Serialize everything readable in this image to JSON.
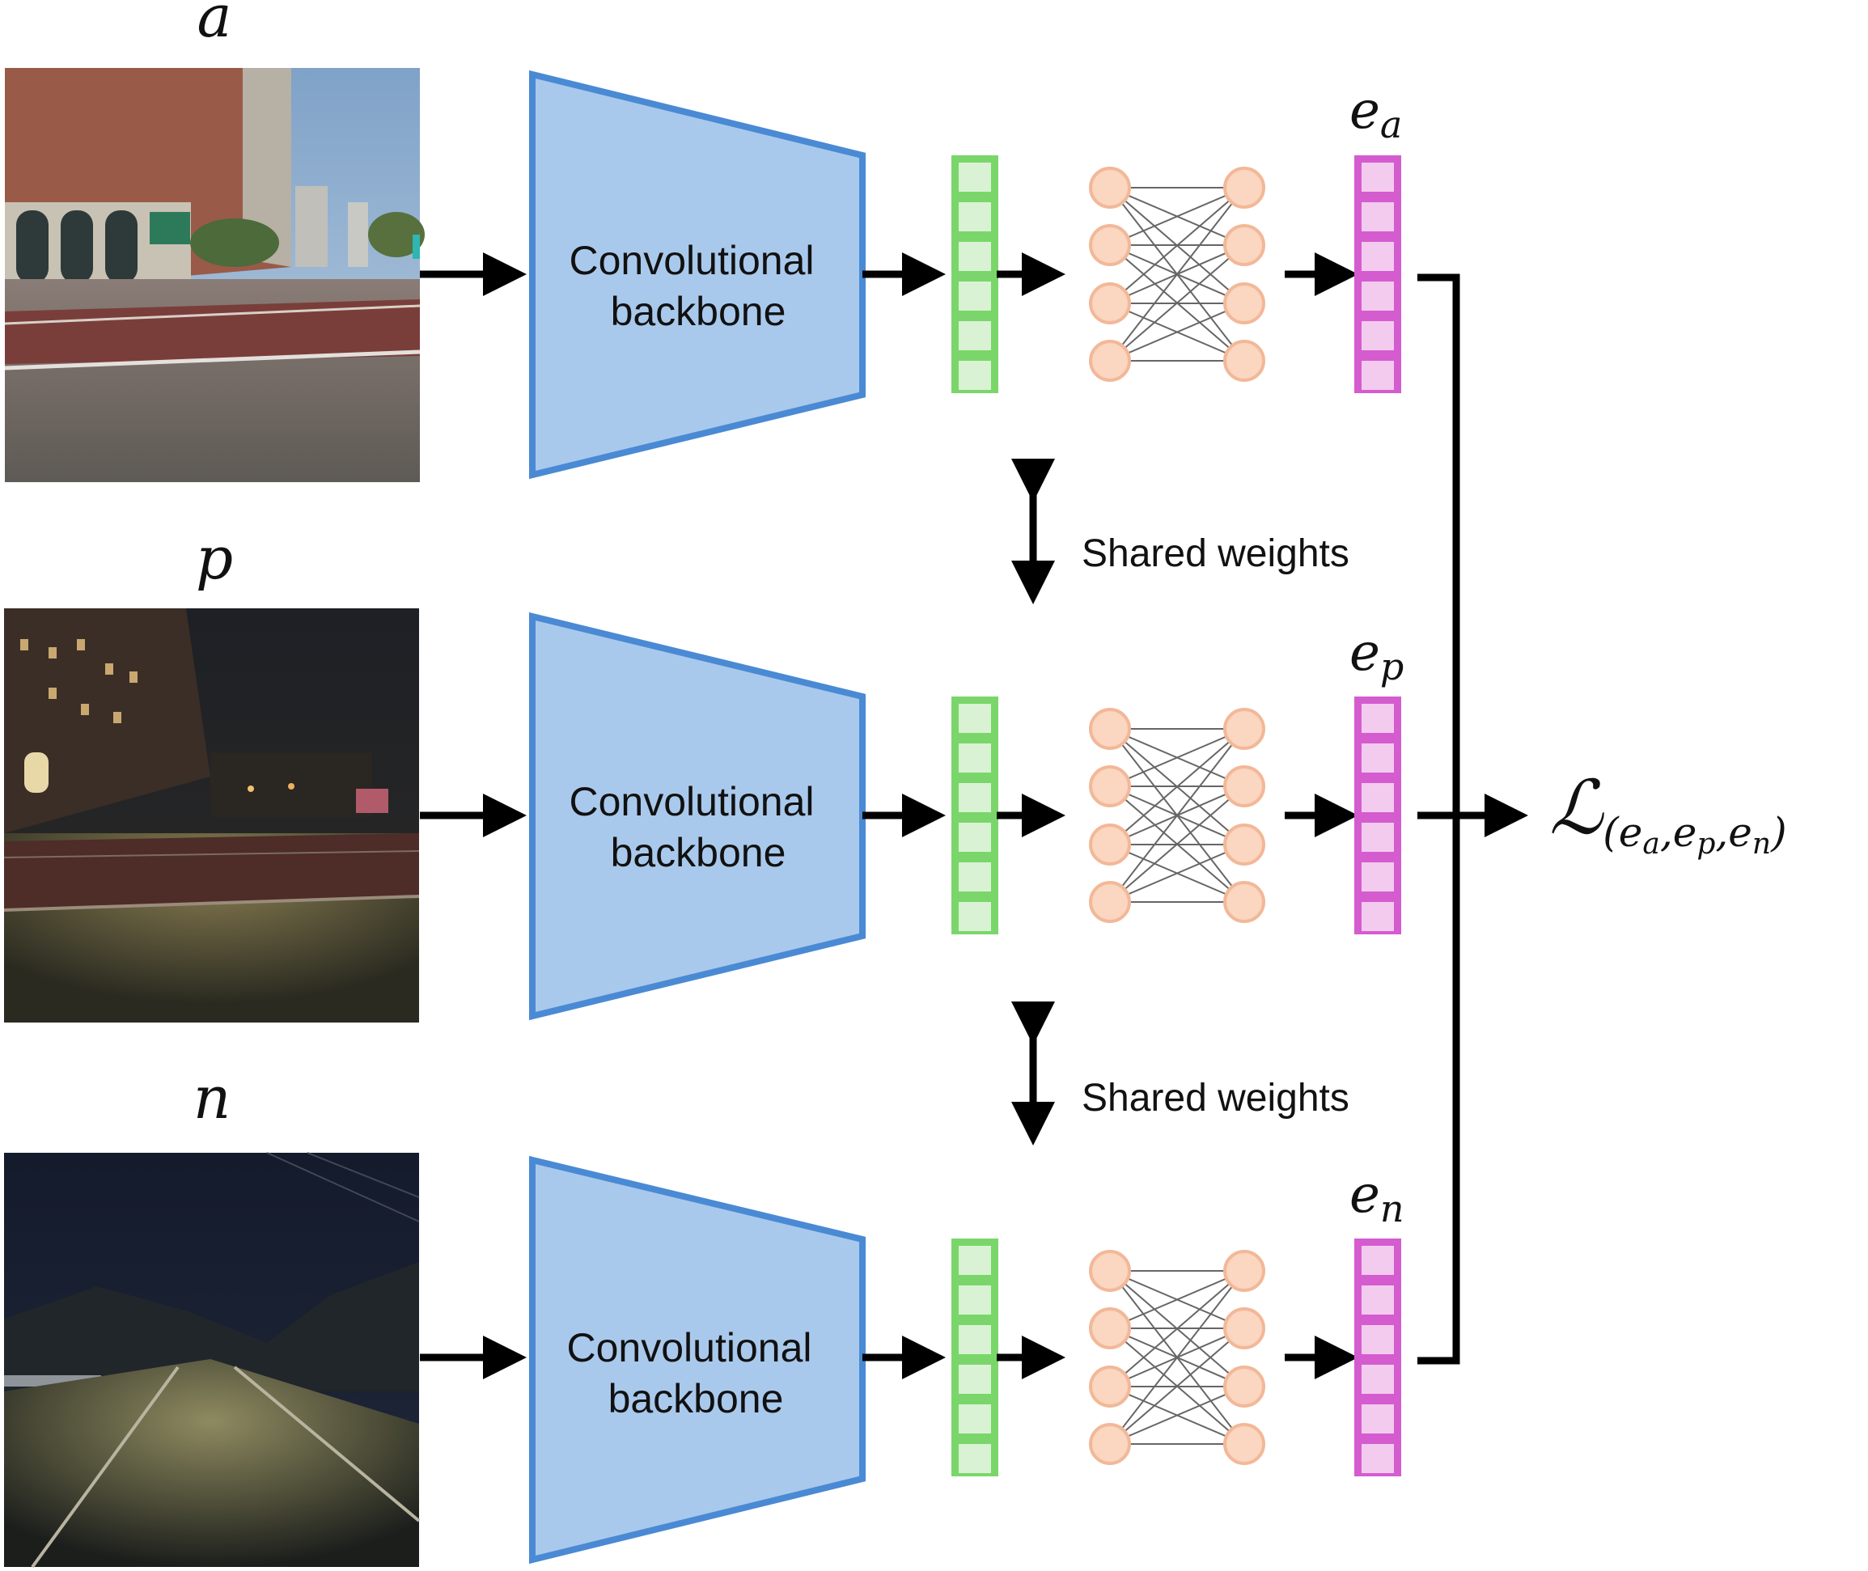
{
  "branches": [
    {
      "input_label": "a",
      "backbone_label_line1": "Convolutional",
      "backbone_label_line2": "backbone",
      "embedding_symbol": "e",
      "embedding_subscript": "a"
    },
    {
      "input_label": "p",
      "backbone_label_line1": "Convolutional",
      "backbone_label_line2": "backbone",
      "embedding_symbol": "e",
      "embedding_subscript": "p"
    },
    {
      "input_label": "n",
      "backbone_label_line1": "Convolutional",
      "backbone_label_line2": "backbone",
      "embedding_symbol": "e",
      "embedding_subscript": "n"
    }
  ],
  "shared_weights": [
    "Shared weights",
    "Shared weights"
  ],
  "loss": {
    "symbol": "ℒ",
    "subscript": "(e_a,e_p,e_n)"
  },
  "colors": {
    "backbone_fill": "#a9c9ec",
    "backbone_stroke": "#4a8ad4",
    "feature_fill": "#d9f2d3",
    "feature_stroke": "#7ad66a",
    "neuron_fill": "#fbd6c0",
    "neuron_stroke": "#f2b898",
    "embed_fill": "#f3cbee",
    "embed_stroke": "#d45ccf",
    "arrow": "#000000"
  },
  "scenes": [
    "daytime-city-street",
    "night-city-street",
    "night-highway"
  ]
}
